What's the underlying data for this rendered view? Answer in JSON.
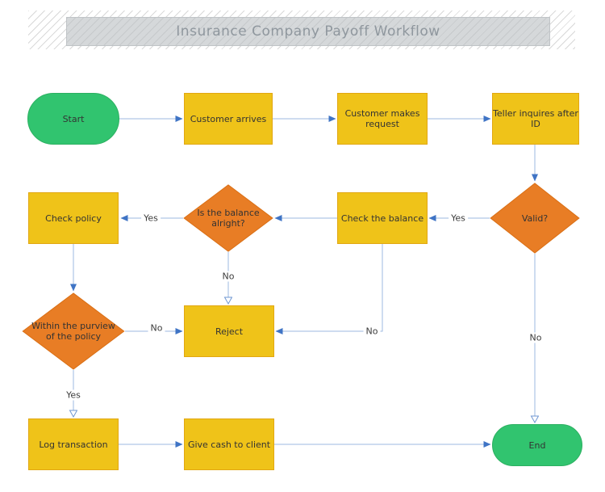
{
  "title": {
    "text": "Insurance Company Payoff Workflow"
  },
  "colors": {
    "process_fill": "#efc319",
    "process_border": "#e2a712",
    "decision_fill": "#e87d25",
    "terminator_fill": "#31c46f",
    "connector_line": "#9db9e0",
    "arrowhead": "#3f74c5",
    "banner_plate": "#d5d8da",
    "title_text": "#8f979e"
  },
  "nodes": {
    "start": {
      "type": "terminator",
      "label": "Start"
    },
    "customer_arrives": {
      "type": "process",
      "label": "Customer arrives"
    },
    "customer_makes_request": {
      "type": "process",
      "label": "Customer makes request"
    },
    "teller_inquires": {
      "type": "process",
      "label": "Teller inquires after ID"
    },
    "check_policy": {
      "type": "process",
      "label": "Check policy"
    },
    "balance_alright": {
      "type": "decision",
      "label": "Is the balance alright?"
    },
    "check_balance": {
      "type": "process",
      "label": "Check the balance"
    },
    "valid": {
      "type": "decision",
      "label": "Valid?"
    },
    "purview": {
      "type": "decision",
      "label": "Within the purview of the policy"
    },
    "reject": {
      "type": "process",
      "label": "Reject"
    },
    "log_transaction": {
      "type": "process",
      "label": "Log transaction"
    },
    "give_cash": {
      "type": "process",
      "label": "Give cash to client"
    },
    "end": {
      "type": "terminator",
      "label": "End"
    }
  },
  "edge_labels": {
    "balance_yes": "Yes",
    "valid_yes": "Yes",
    "balance_no": "No",
    "purview_no": "No",
    "check_balance_no": "No",
    "valid_no": "No",
    "purview_yes": "Yes"
  }
}
